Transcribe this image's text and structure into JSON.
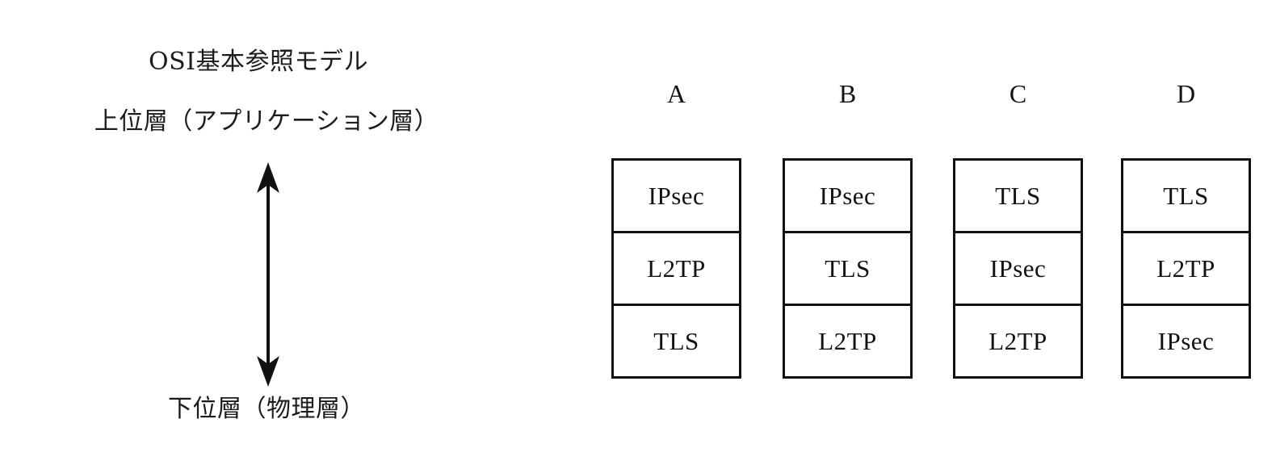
{
  "osi_scale": {
    "title": "OSI基本参照モデル",
    "upper_label": "上位層（アプリケーション層）",
    "lower_label": "下位層（物理層）",
    "arrow": "double-headed-vertical-arrow"
  },
  "options": [
    {
      "header": "A",
      "layers": [
        "IPsec",
        "L2TP",
        "TLS"
      ]
    },
    {
      "header": "B",
      "layers": [
        "IPsec",
        "TLS",
        "L2TP"
      ]
    },
    {
      "header": "C",
      "layers": [
        "TLS",
        "IPsec",
        "L2TP"
      ]
    },
    {
      "header": "D",
      "layers": [
        "TLS",
        "L2TP",
        "IPsec"
      ]
    }
  ],
  "colors": {
    "background": "#ffffff",
    "ink": "#111111"
  }
}
